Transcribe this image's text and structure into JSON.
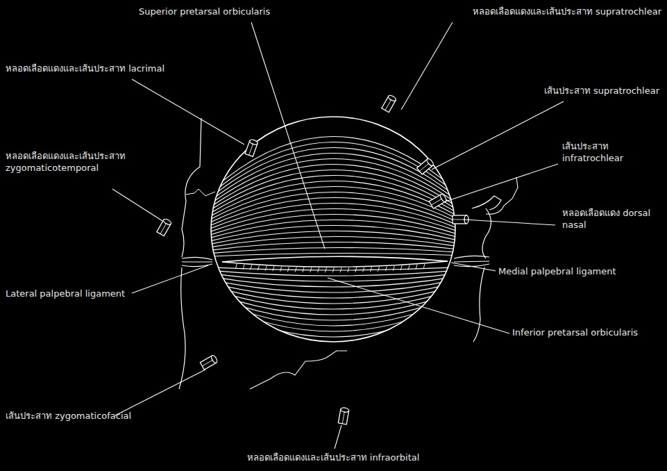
{
  "diagram": {
    "labels": [
      "Superior pretarsal orbicularis",
      "หลอดเลือดแดงและเส้นประสาท supratrochlear",
      "หลอดเลือดแดงและเส้นประสาท lacrimal",
      "เส้นประสาท supratrochlear",
      "หลอดเลือดแดงและเส้นประสาท zygomaticotemporal",
      "เส้นประสาท infratrochlear",
      "หลอดเลือดแดง dorsal nasal",
      "Medial palpebral ligament",
      "Lateral palpebral ligament",
      "Inferior pretarsal orbicularis",
      "เส้นประสาท zygomaticofacial",
      "หลอดเลือดแดงและเส้นประสาท infraorbital"
    ]
  }
}
